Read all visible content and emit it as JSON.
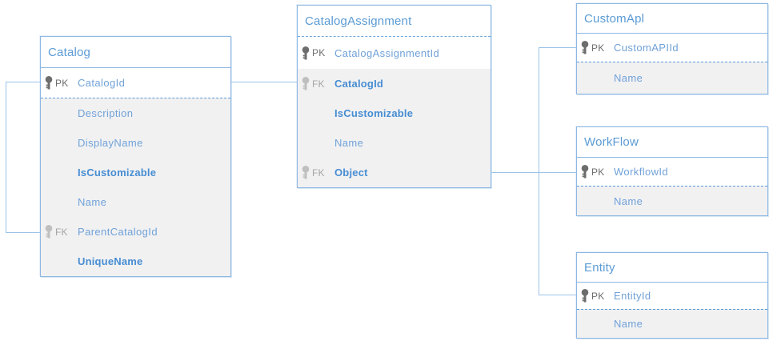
{
  "colors": {
    "border_blue": "#8db8e3",
    "connector_blue": "#9cc3e8",
    "header_text_blue": "#5b9bd5",
    "field_text_blue": "#71a2d8",
    "bold_field_text_blue": "#478dd2",
    "body_gray": "#f1f1f2",
    "pk_icon_gray": "#6d6d6d",
    "fk_icon_gray": "#bfbfbf"
  },
  "icons": {
    "primary_key": "key-icon",
    "foreign_key": "key-icon"
  },
  "tables": {
    "catalog": {
      "title": "Catalog",
      "pk": {
        "badge": "PK",
        "name": "CatalogId"
      },
      "body": [
        {
          "badge": "",
          "name": "Description"
        },
        {
          "badge": "",
          "name": "DisplayName"
        },
        {
          "badge": "",
          "name": "IsCustomizable"
        },
        {
          "badge": "",
          "name": "Name"
        },
        {
          "badge": "FK",
          "name": "ParentCatalogId"
        },
        {
          "badge": "",
          "name": "UniqueName"
        }
      ]
    },
    "catalog_assignment": {
      "title": "CatalogAssignment",
      "pk": {
        "badge": "PK",
        "name": "CatalogAssignmentId"
      },
      "body": [
        {
          "badge": "FK",
          "name": "CatalogId"
        },
        {
          "badge": "",
          "name": "IsCustomizable"
        },
        {
          "badge": "",
          "name": "Name"
        },
        {
          "badge": "FK",
          "name": "Object"
        }
      ]
    },
    "custom_api": {
      "title": "CustomApl",
      "pk": {
        "badge": "PK",
        "name": "CustomAPIId"
      },
      "body": [
        {
          "badge": "",
          "name": "Name"
        }
      ]
    },
    "workflow": {
      "title": "WorkFlow",
      "pk": {
        "badge": "PK",
        "name": "WorkflowId"
      },
      "body": [
        {
          "badge": "",
          "name": "Name"
        }
      ]
    },
    "entity": {
      "title": "Entity",
      "pk": {
        "badge": "PK",
        "name": "EntityId"
      },
      "body": [
        {
          "badge": "",
          "name": "Name"
        }
      ]
    }
  },
  "relationships": [
    {
      "from": "Catalog.CatalogId",
      "to": "Catalog.ParentCatalogId"
    },
    {
      "from": "Catalog.CatalogId",
      "to": "CatalogAssignment.CatalogId"
    },
    {
      "from": "CatalogAssignment.Object",
      "to": "CustomApl.CustomAPIId"
    },
    {
      "from": "CatalogAssignment.Object",
      "to": "WorkFlow.WorkflowId"
    },
    {
      "from": "CatalogAssignment.Object",
      "to": "Entity.EntityId"
    }
  ]
}
